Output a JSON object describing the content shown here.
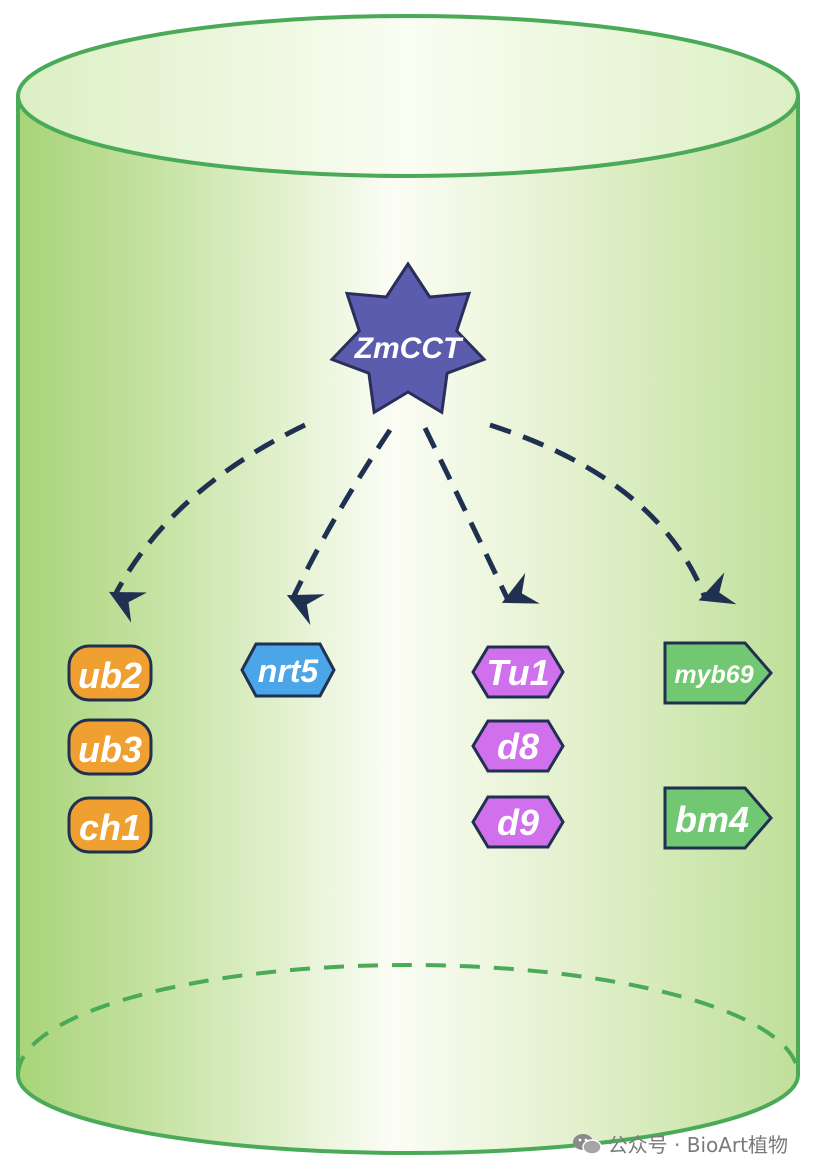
{
  "diagram": {
    "hub": {
      "label": "ZmCCT",
      "color": "#5c5cae"
    },
    "groups": [
      {
        "shape": "rounded",
        "color": "#f0a030",
        "genes": [
          "ub2",
          "ub3",
          "ch1"
        ]
      },
      {
        "shape": "hexagon",
        "color": "#4aa6e8",
        "genes": [
          "nrt5"
        ]
      },
      {
        "shape": "hexagon",
        "color": "#d070ec",
        "genes": [
          "Tu1",
          "d8",
          "d9"
        ]
      },
      {
        "shape": "pentagon-arrow",
        "color": "#72c872",
        "genes": [
          "myb69",
          "bm4"
        ]
      }
    ],
    "arrow_color": "#1f3050",
    "cylinder_color": "#a8d478"
  },
  "watermark": {
    "text": "公众号 · BioArt植物",
    "icon": "wechat-icon"
  }
}
